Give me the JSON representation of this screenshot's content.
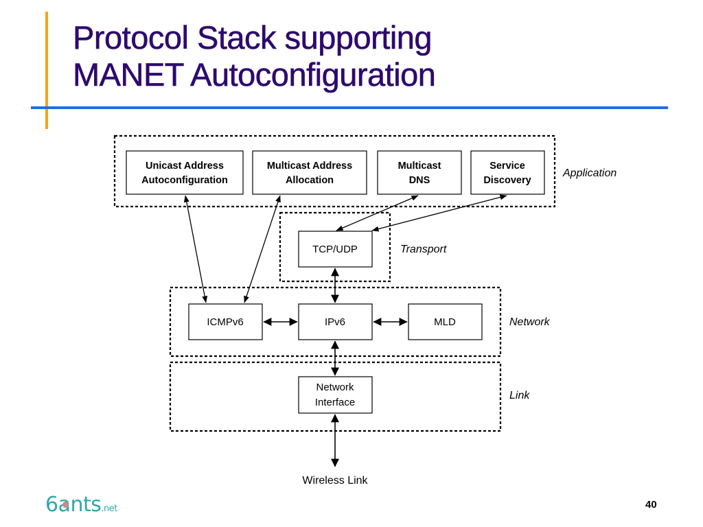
{
  "slide": {
    "title_lines": [
      "Protocol Stack supporting",
      "MANET Autoconfiguration"
    ],
    "page_number": "40",
    "logo": {
      "main": "6ants",
      "suffix": ".net"
    },
    "colors": {
      "title": "#2e0a6e",
      "accent_orange": "#f7a11a",
      "accent_blue": "#1d6ee6",
      "logo": "#2fa8a8"
    }
  },
  "diagram": {
    "layers": {
      "application": "Application",
      "transport": "Transport",
      "network": "Network",
      "link": "Link"
    },
    "application_boxes": [
      {
        "line1": "Unicast Address",
        "line2": "Autoconfiguration"
      },
      {
        "line1": "Multicast Address",
        "line2": "Allocation"
      },
      {
        "line1": "Multicast",
        "line2": "DNS"
      },
      {
        "line1": "Service",
        "line2": "Discovery"
      }
    ],
    "transport_box": "TCP/UDP",
    "network_boxes": [
      "ICMPv6",
      "IPv6",
      "MLD"
    ],
    "link_box": {
      "line1": "Network",
      "line2": "Interface"
    },
    "bottom_label": "Wireless Link",
    "connections": [
      {
        "from": "Unicast Address Autoconfiguration",
        "to": "ICMPv6",
        "bidirectional": true
      },
      {
        "from": "Multicast Address Allocation",
        "to": "ICMPv6",
        "bidirectional": true
      },
      {
        "from": "Multicast DNS",
        "to": "TCP/UDP",
        "bidirectional": true
      },
      {
        "from": "Service Discovery",
        "to": "TCP/UDP",
        "bidirectional": true
      },
      {
        "from": "TCP/UDP",
        "to": "IPv6",
        "bidirectional": true
      },
      {
        "from": "ICMPv6",
        "to": "IPv6",
        "bidirectional": true
      },
      {
        "from": "IPv6",
        "to": "MLD",
        "bidirectional": true
      },
      {
        "from": "IPv6",
        "to": "Network Interface",
        "bidirectional": true
      },
      {
        "from": "Network Interface",
        "to": "Wireless Link",
        "bidirectional": true
      }
    ]
  }
}
